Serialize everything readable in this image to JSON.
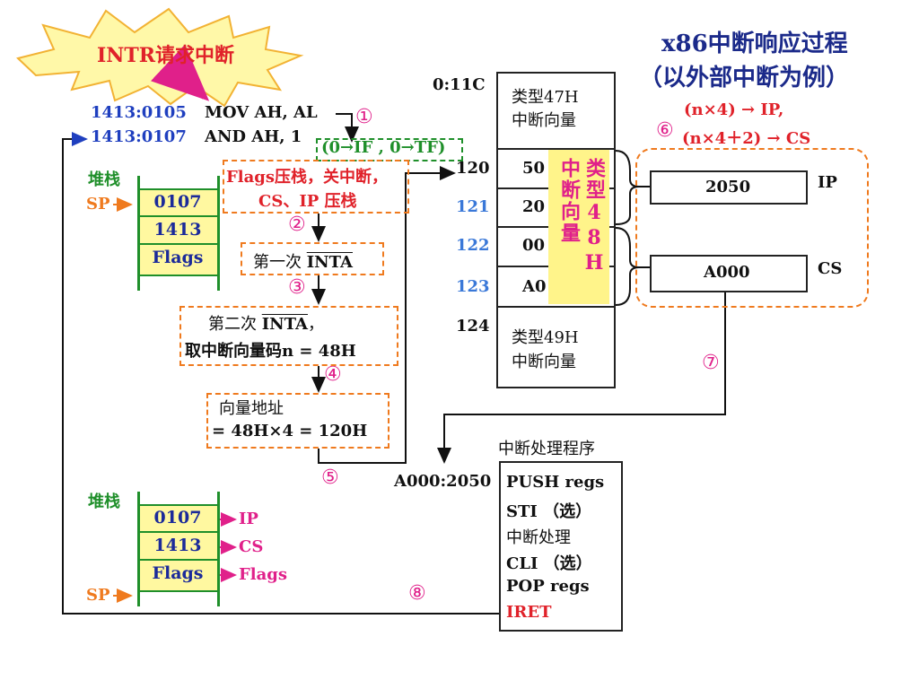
{
  "title": {
    "line1": "x86中断响应过程",
    "line2": "（以外部中断为例）"
  },
  "burst": {
    "label": "INTR请求中断"
  },
  "code": [
    {
      "addr": "1413:0105",
      "instr": "MOV AH, AL"
    },
    {
      "addr": "1413:0107",
      "instr": "AND  AH, 1"
    }
  ],
  "steps": {
    "s1": "①",
    "s2": "②",
    "s3": "③",
    "s4": "④",
    "s5": "⑤",
    "s6": "⑥",
    "s7": "⑦",
    "s8": "⑧",
    "flags_clear": "(0→IF , 0→TF)",
    "push_line1": "Flags压栈，关中断，",
    "push_line2": "CS、IP 压栈",
    "inta1_prefix": "第一次 ",
    "inta1_signal": "INTA",
    "inta2_prefix": "第二次 ",
    "inta2_signal": "INTA",
    "inta2_suffix": "，",
    "inta2_line2": "取中断向量码n = 48H",
    "vec_line1": "向量地址",
    "vec_line2": "= 48H×4 = 120H"
  },
  "stack_top": {
    "label": "堆栈",
    "sp": "SP",
    "cells": [
      "0107",
      "1413",
      "Flags"
    ]
  },
  "stack_bottom": {
    "label": "堆栈",
    "sp": "SP",
    "cells": [
      "0107",
      "1413",
      "Flags"
    ],
    "targets": [
      "IP",
      "CS",
      "Flags"
    ]
  },
  "memory": {
    "start_addr": "0:11C",
    "top_label": [
      "类型47H",
      "中断向量"
    ],
    "rows": [
      {
        "addr": "120",
        "value": "50"
      },
      {
        "addr": "121",
        "value": "20"
      },
      {
        "addr": "122",
        "value": "00"
      },
      {
        "addr": "123",
        "value": "A0"
      }
    ],
    "bottom_addr": "124",
    "bottom_label": [
      "类型49H",
      "中断向量"
    ],
    "highlight_text": [
      "类型48H",
      "中断向量"
    ]
  },
  "regs": {
    "formula1": "(n×4) → IP,",
    "formula2": "(n×4＋2) → CS",
    "ip_value": "2050",
    "ip_name": "IP",
    "cs_value": "A000",
    "cs_name": "CS"
  },
  "handler": {
    "title": "中断处理程序",
    "addr": "A000:2050",
    "lines": [
      "PUSH  regs",
      "STI （选）",
      "中断处理",
      "CLI （选）",
      "POP   regs"
    ],
    "iret": "IRET"
  }
}
